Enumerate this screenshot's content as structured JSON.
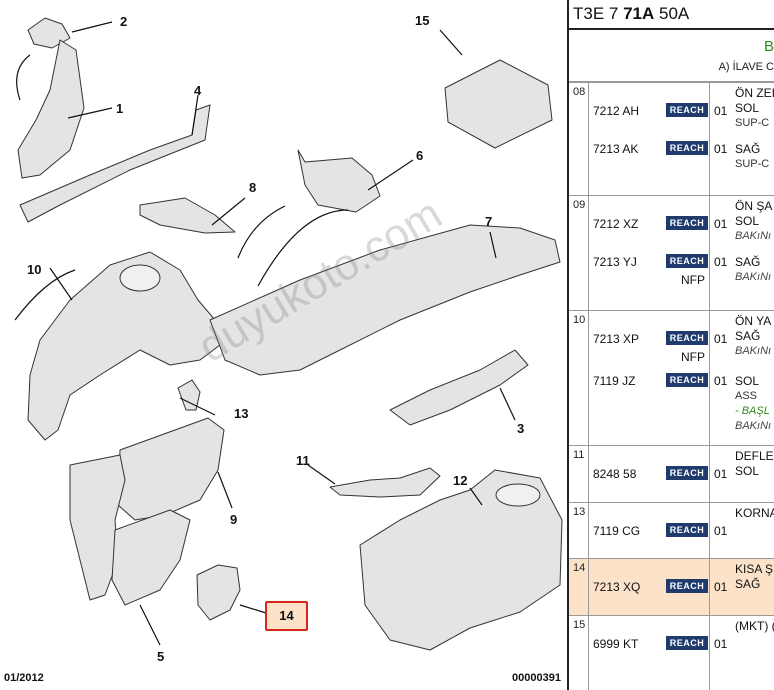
{
  "diagram": {
    "callouts": [
      "1",
      "2",
      "3",
      "4",
      "5",
      "6",
      "7",
      "8",
      "9",
      "10",
      "11",
      "12",
      "13",
      "14",
      "15"
    ],
    "date": "01/2012",
    "doc_number": "00000391",
    "watermark": "duyukoto.com",
    "highlighted_callout": "14",
    "highlight_colors": {
      "border": "#d6281e",
      "fill": "#fbe2c9"
    }
  },
  "panel": {
    "title_prefix": "T3E 7 ",
    "title_bold": "71A",
    "title_suffix": " 50A",
    "header_b": "B",
    "header_a": "A) İLAVE C",
    "reach_label": "REACH",
    "groups": [
      {
        "num": "08",
        "rows": [
          {
            "ref": "7212 AH",
            "nfp": "",
            "qty": "01",
            "lines": [
              {
                "t": "ÖN ZEI",
                "k": "n"
              },
              {
                "t": "SOL",
                "k": "n"
              },
              {
                "t": "SUP-C",
                "k": "s"
              }
            ]
          },
          {
            "ref": "7213 AK",
            "nfp": "",
            "qty": "01",
            "lines": [
              {
                "t": "SAĞ",
                "k": "n"
              },
              {
                "t": "SUP-C",
                "k": "s"
              }
            ]
          }
        ]
      },
      {
        "num": "09",
        "rows": [
          {
            "ref": "7212 XZ",
            "nfp": "",
            "qty": "01",
            "lines": [
              {
                "t": "ÖN ŞA",
                "k": "n"
              },
              {
                "t": "SOL",
                "k": "n"
              },
              {
                "t": "BAKıNı",
                "k": "i"
              }
            ]
          },
          {
            "ref": "7213 YJ",
            "nfp": "NFP",
            "qty": "01",
            "lines": [
              {
                "t": "SAĞ",
                "k": "n"
              },
              {
                "t": "BAKıNı",
                "k": "i"
              }
            ]
          }
        ]
      },
      {
        "num": "10",
        "rows": [
          {
            "ref": "7213 XP",
            "nfp": "NFP",
            "qty": "01",
            "lines": [
              {
                "t": "ÖN YA",
                "k": "n"
              },
              {
                "t": "SAĞ",
                "k": "n"
              },
              {
                "t": "BAKıNı",
                "k": "i"
              }
            ]
          },
          {
            "ref": "7119 JZ",
            "nfp": "",
            "qty": "01",
            "lines": [
              {
                "t": "SOL",
                "k": "n"
              },
              {
                "t": "ASS",
                "k": "s"
              },
              {
                "t": "- BAŞL",
                "k": "g"
              },
              {
                "t": "BAKıNı",
                "k": "i"
              }
            ]
          }
        ]
      },
      {
        "num": "11",
        "rows": [
          {
            "ref": "8248 58",
            "nfp": "",
            "qty": "01",
            "lines": [
              {
                "t": "DEFLE",
                "k": "n"
              },
              {
                "t": "SOL",
                "k": "n"
              }
            ]
          }
        ]
      },
      {
        "num": "13",
        "rows": [
          {
            "ref": "7119 CG",
            "nfp": "",
            "qty": "01",
            "lines": [
              {
                "t": "KORNA",
                "k": "n"
              }
            ]
          }
        ]
      },
      {
        "num": "14",
        "highlight": true,
        "rows": [
          {
            "ref": "7213 XQ",
            "nfp": "",
            "qty": "01",
            "lines": [
              {
                "t": "KISA Ş",
                "k": "n"
              },
              {
                "t": "SAĞ",
                "k": "n"
              }
            ]
          }
        ]
      },
      {
        "num": "15",
        "rows": [
          {
            "ref": "6999 KT",
            "nfp": "",
            "qty": "01",
            "lines": [
              {
                "t": "(MKT) (",
                "k": "n"
              }
            ]
          }
        ]
      }
    ]
  }
}
